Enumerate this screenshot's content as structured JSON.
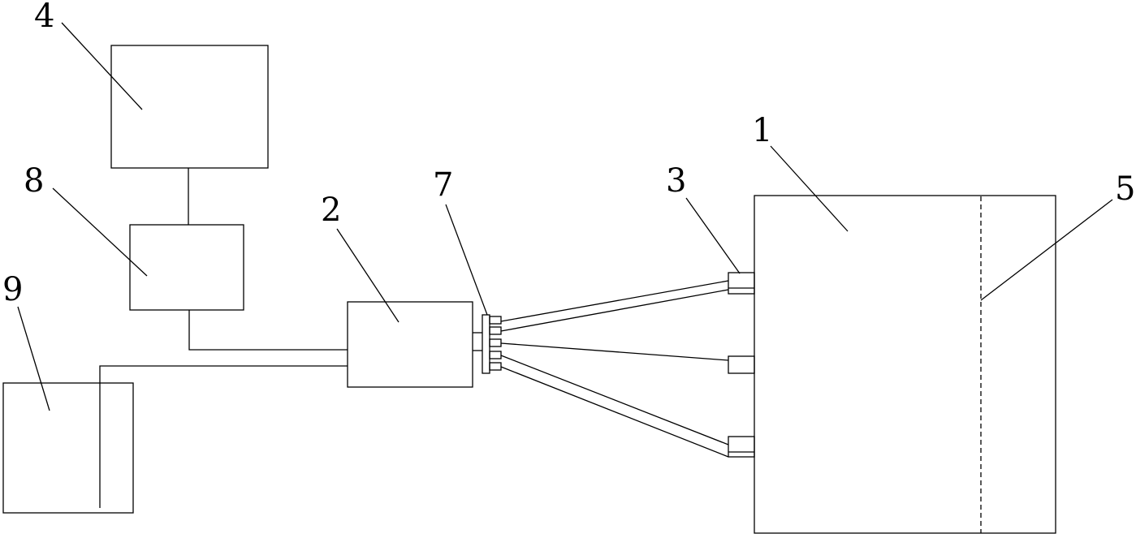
{
  "diagram": {
    "labels": {
      "part_1": "1",
      "part_2": "2",
      "part_3": "3",
      "part_4": "4",
      "part_5": "5",
      "part_7": "7",
      "part_8": "8",
      "part_9": "9"
    },
    "line_color": "#000000",
    "background_color": "#ffffff"
  }
}
